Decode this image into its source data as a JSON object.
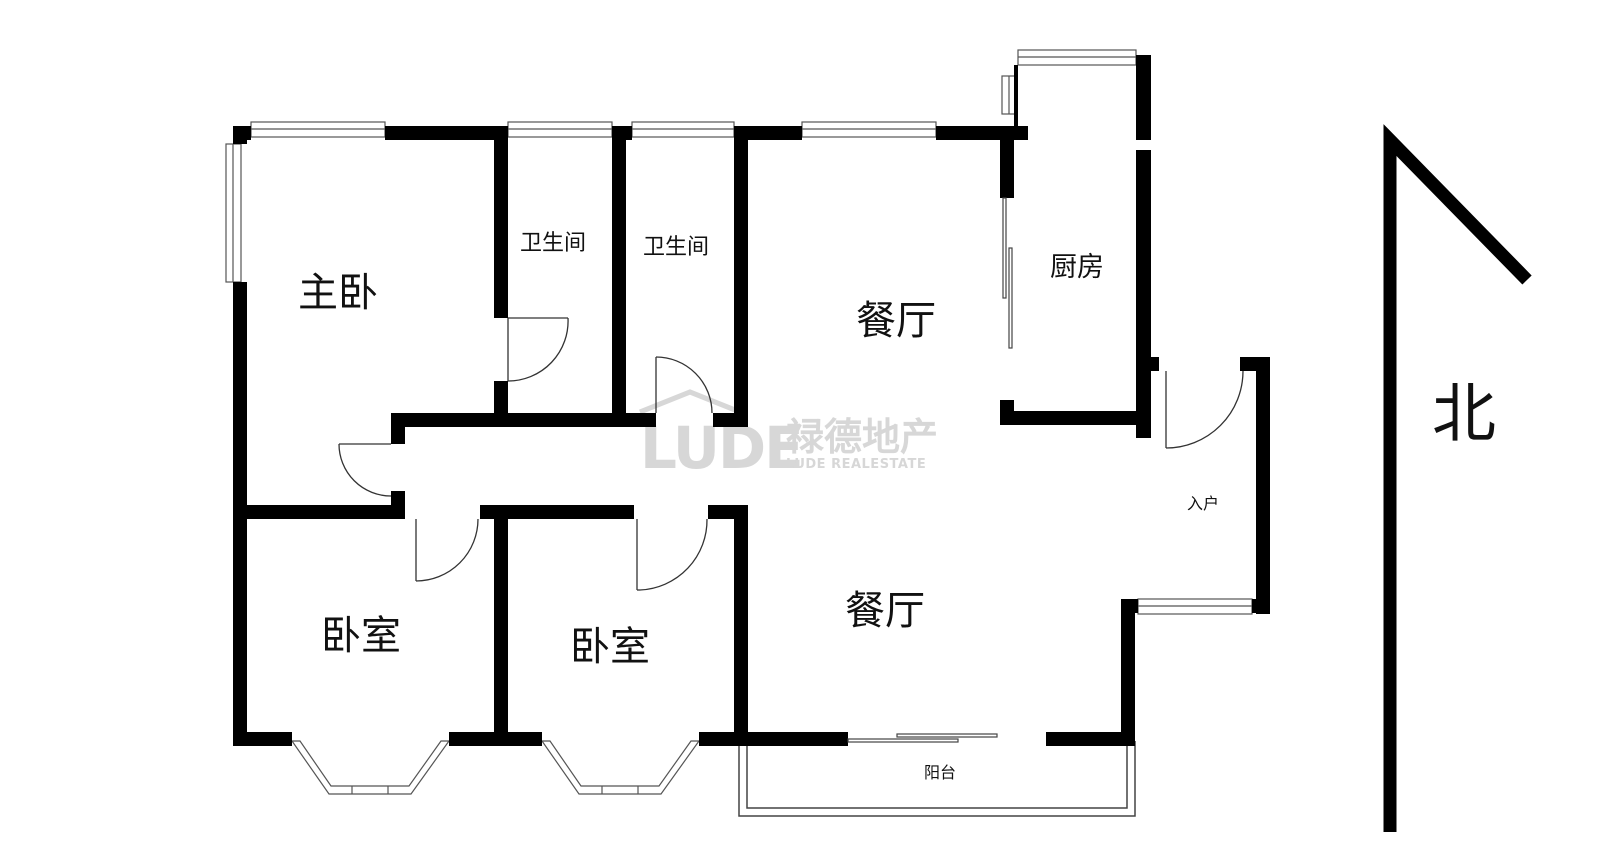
{
  "rooms": {
    "master_bedroom": "主卧",
    "bathroom_1": "卫生间",
    "bathroom_2": "卫生间",
    "dining_upper": "餐厅",
    "kitchen": "厨房",
    "entrance": "入户",
    "dining_lower": "餐厅",
    "bedroom_1": "卧室",
    "bedroom_2": "卧室",
    "balcony": "阳台"
  },
  "compass": {
    "label": "北"
  },
  "watermark": {
    "logo": "LUDE",
    "name_cn": "禄德地产",
    "name_en": "LUDE REALESTATE"
  },
  "colors": {
    "wall": "#000000",
    "window_frame": "#555555",
    "watermark": "#d7d7d7",
    "background": "#ffffff"
  }
}
